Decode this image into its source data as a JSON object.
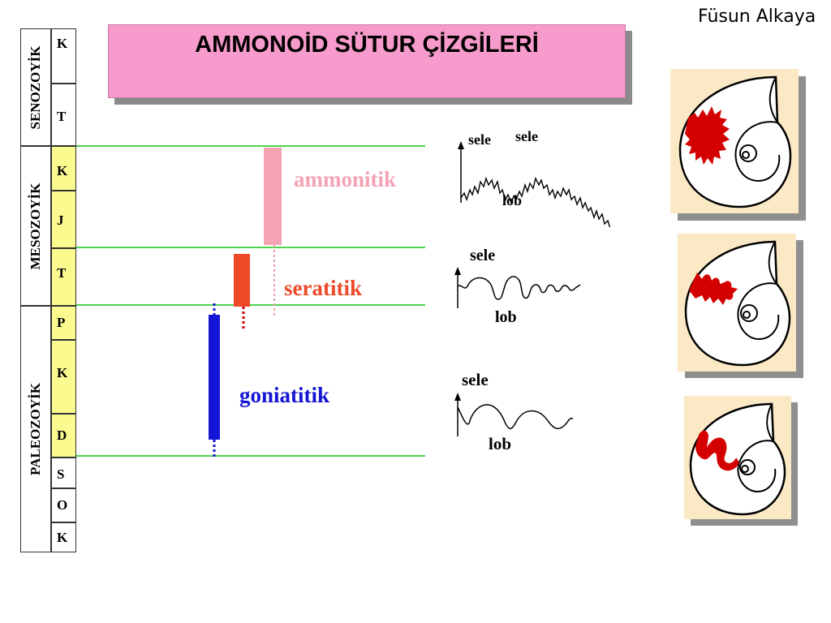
{
  "author": "Füsun Alkaya",
  "title": "AMMONOİD SÜTUR ÇİZGİLERİ",
  "eras": [
    {
      "name": "SENOZOYİK",
      "periods": [
        "K",
        "T"
      ]
    },
    {
      "name": "MESOZOYİK",
      "periods": [
        "K",
        "J",
        "T"
      ]
    },
    {
      "name": "PALEOZOYİK",
      "periods": [
        "P",
        "K",
        "D",
        "S",
        "O",
        "K"
      ]
    }
  ],
  "ranges": [
    {
      "name": "ammonitik",
      "color": "#f4a3b3"
    },
    {
      "name": "seratitik",
      "color": "#ee4a2a"
    },
    {
      "name": "goniatitik",
      "color": "#1515d6"
    }
  ],
  "sutures": {
    "ammonitik": {
      "sele_1": "sele",
      "sele_2": "sele",
      "lob": "lob"
    },
    "seratitik": {
      "sele": "sele",
      "lob": "lob"
    },
    "goniatitik": {
      "sele": "sele",
      "lob": "lob"
    }
  },
  "colors": {
    "title_bg": "#f79bcc",
    "yellow": "#fbfa8f",
    "green_line": "#4dd34d",
    "suture_red": "#d40000"
  }
}
